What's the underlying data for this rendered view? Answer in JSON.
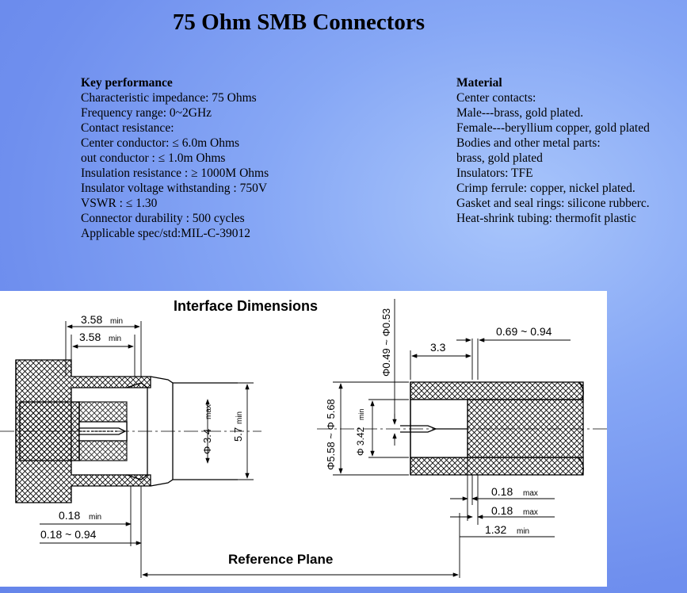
{
  "title": "75 Ohm SMB Connectors",
  "key_performance": {
    "heading": "Key performance",
    "lines": [
      "Characteristic impedance: 75 Ohms",
      "Frequency range: 0~2GHz",
      "Contact resistance:",
      "Center conductor: ≤ 6.0m Ohms",
      "out conductor : ≤ 1.0m Ohms",
      "Insulation resistance : ≥ 1000M Ohms",
      "Insulator voltage withstanding : 750V",
      "VSWR : ≤ 1.30",
      "Connector durability : 500 cycles",
      "Applicable spec/std:MIL-C-39012"
    ]
  },
  "material": {
    "heading": "Material",
    "lines": [
      "Center contacts:",
      "Male---brass, gold plated.",
      "Female---beryllium copper, gold plated",
      "Bodies and other metal parts:",
      "brass, gold plated",
      "Insulators: TFE",
      "Crimp ferrule: copper, nickel plated.",
      "Gasket and seal rings: silicone rubberc.",
      "Heat-shrink tubing: thermofit plastic"
    ]
  },
  "drawing": {
    "title": "Interface Dimensions",
    "reference_plane": "Reference  Plane",
    "left": {
      "dim_358_a": "3.58",
      "dim_358_a_sub": "min",
      "dim_358_b": "3.58",
      "dim_358_b_sub": "min",
      "dim_phi34": "Φ 3.4",
      "dim_phi34_sub": "max",
      "dim_57": "5.7",
      "dim_57_sub": "min",
      "dim_018": "0.18",
      "dim_018_sub": "min",
      "dim_018_094": "0.18 ~ 0.94"
    },
    "right": {
      "dim_phi049": "Φ0.49 ~ Φ0.53",
      "dim_33": "3.3",
      "dim_069_094": "0.69 ~ 0.94",
      "dim_phi558": "Φ5.58 ~ Φ 5.68",
      "dim_phi342": "Φ 3.42",
      "dim_phi342_sub": "min",
      "dim_018_max_a": "0.18",
      "dim_018_max_a_sub": "max",
      "dim_018_max_b": "0.18",
      "dim_018_max_b_sub": "max",
      "dim_132": "1.32",
      "dim_132_sub": "min"
    }
  },
  "colors": {
    "background": "#7d9cf1",
    "panel": "#ffffff",
    "ink": "#000000"
  }
}
